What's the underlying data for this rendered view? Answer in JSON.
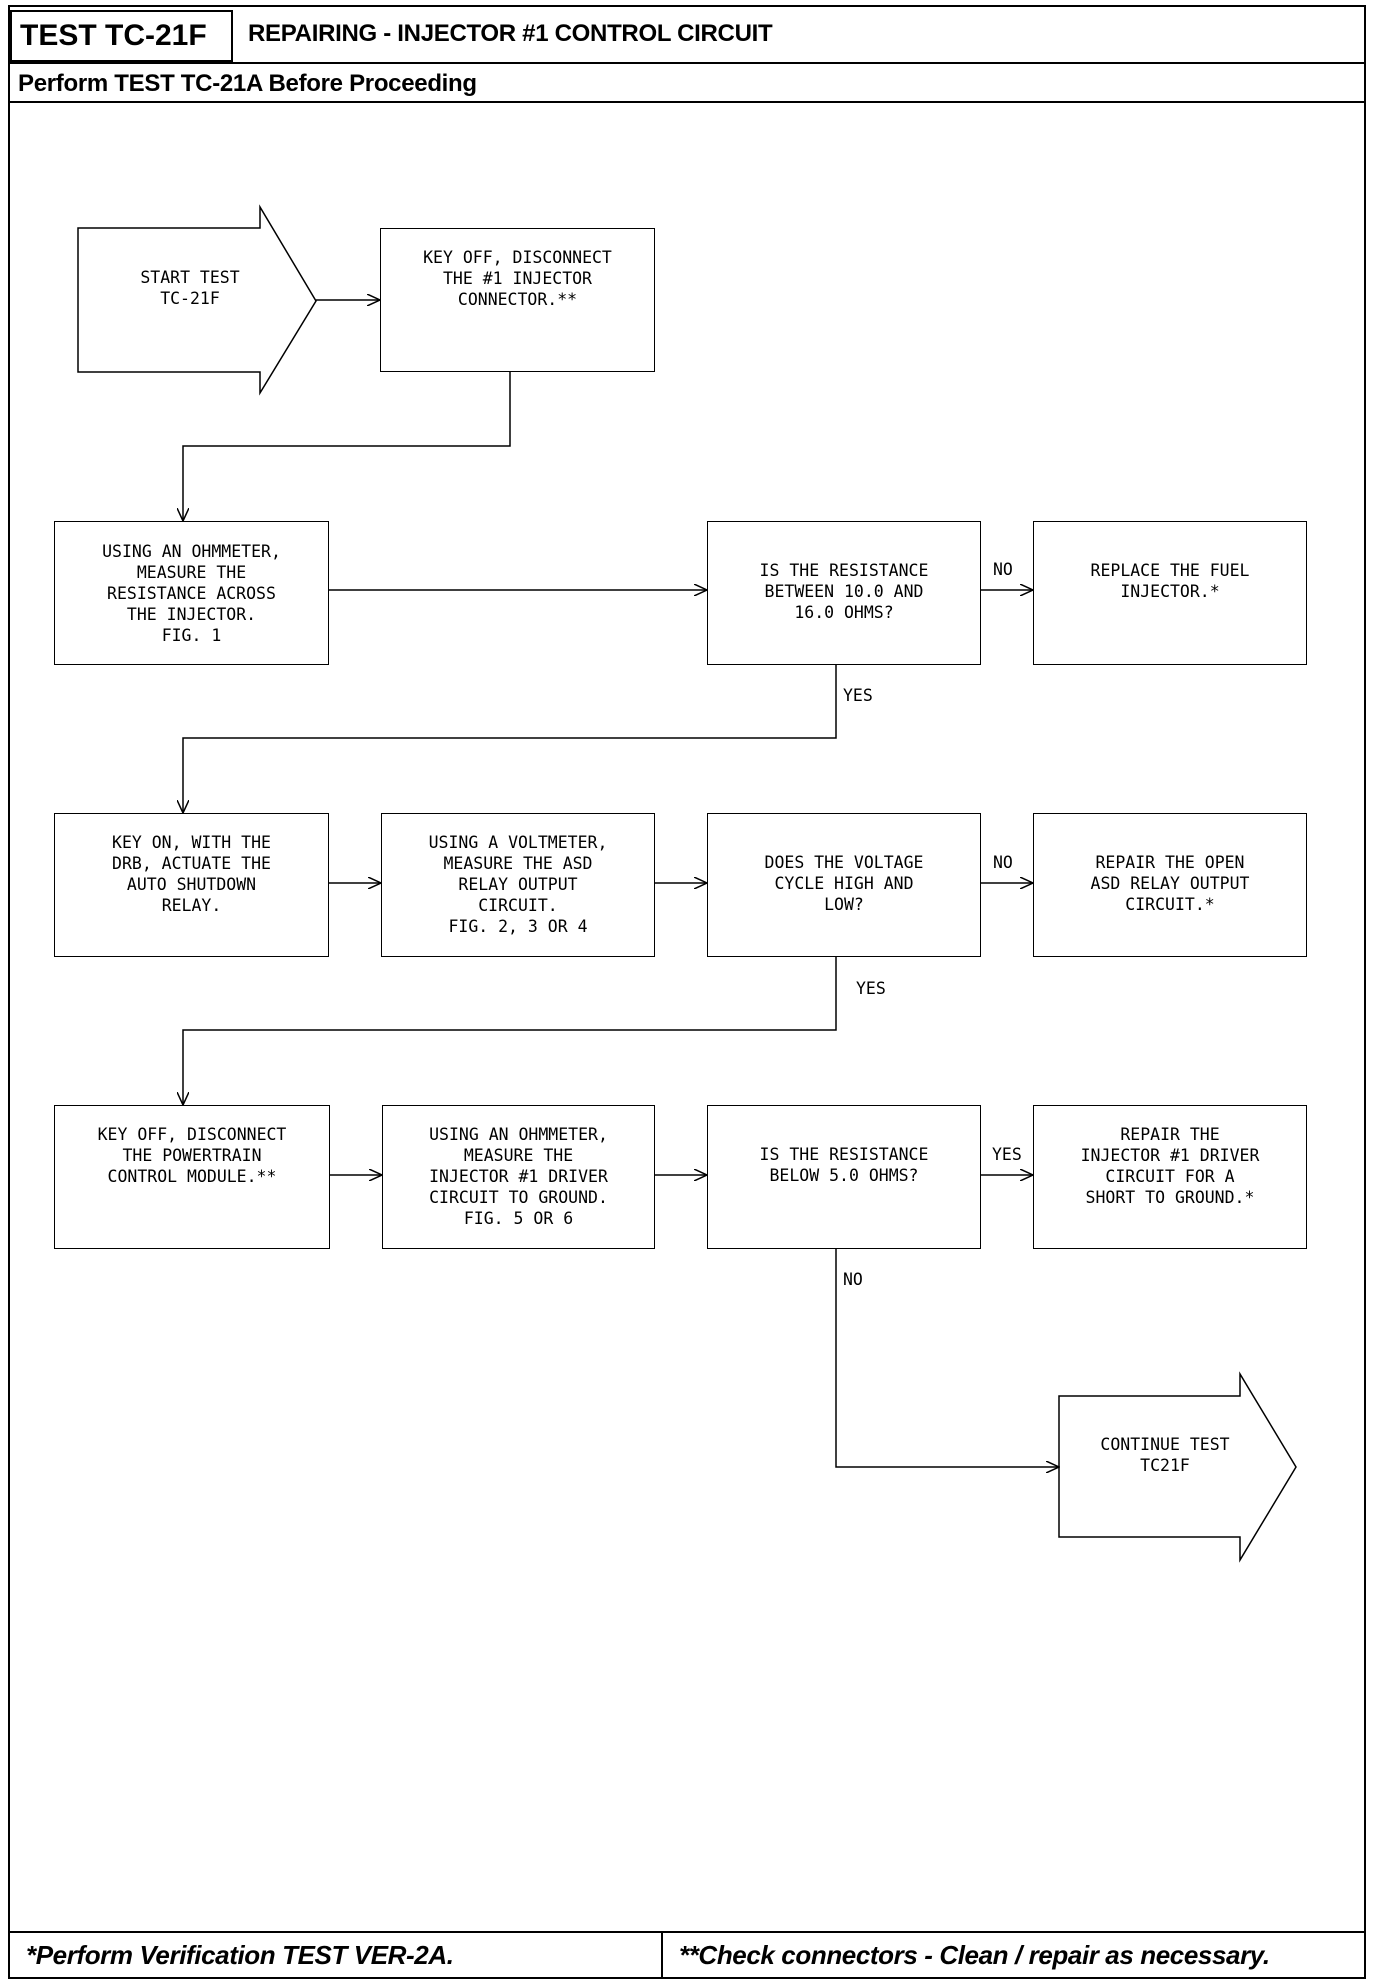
{
  "header": {
    "test_id": "TEST TC-21F",
    "title": "REPAIRING - INJECTOR #1 CONTROL CIRCUIT",
    "subtitle": "Perform TEST TC-21A Before Proceeding"
  },
  "flowchart": {
    "start": "START TEST\nTC-21F",
    "step_disconnect_injector": "KEY OFF, DISCONNECT\nTHE #1 INJECTOR\nCONNECTOR.**",
    "step_measure_injector": "USING AN OHMMETER,\nMEASURE THE\nRESISTANCE ACROSS\nTHE INJECTOR.\nFIG. 1",
    "decision_resistance_range": "IS THE RESISTANCE\nBETWEEN 10.0 AND\n16.0 OHMS?",
    "action_replace_injector": "REPLACE THE FUEL\nINJECTOR.*",
    "step_actuate_relay": "KEY ON, WITH THE\nDRB, ACTUATE THE\nAUTO SHUTDOWN\nRELAY.",
    "step_measure_voltage": "USING A VOLTMETER,\nMEASURE THE ASD\nRELAY OUTPUT\nCIRCUIT.\nFIG. 2, 3 OR 4",
    "decision_voltage_cycle": "DOES THE VOLTAGE\nCYCLE HIGH AND\nLOW?",
    "action_repair_asd": "REPAIR THE OPEN\nASD RELAY OUTPUT\nCIRCUIT.*",
    "step_disconnect_pcm": "KEY OFF, DISCONNECT\nTHE POWERTRAIN\nCONTROL MODULE.**",
    "step_measure_driver": "USING AN OHMMETER,\nMEASURE THE\nINJECTOR #1 DRIVER\nCIRCUIT TO GROUND.\nFIG. 5 OR 6",
    "decision_resistance_below": "IS THE RESISTANCE\nBELOW 5.0 OHMS?",
    "action_repair_driver": "REPAIR THE\nINJECTOR #1 DRIVER\nCIRCUIT FOR A\nSHORT TO GROUND.*",
    "continue": "CONTINUE TEST\nTC21F",
    "labels": {
      "no_1": "NO",
      "yes_1": "YES",
      "no_2": "NO",
      "yes_2": "YES",
      "yes_3": "YES",
      "no_3": "NO"
    }
  },
  "footer": {
    "note_verification": "*Perform Verification TEST VER-2A.",
    "note_connectors": "**Check connectors - Clean / repair as necessary."
  }
}
